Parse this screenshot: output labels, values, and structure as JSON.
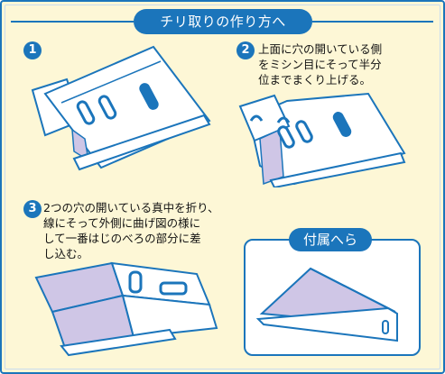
{
  "title": "チリ取りの作り方へ",
  "steps": [
    {
      "number": "1",
      "text": ""
    },
    {
      "number": "2",
      "text": "上面に穴の開いている側\nをミシン目にそって半分\n位までまくり上げる。"
    },
    {
      "number": "3",
      "text": "2つの穴の開いている真中を折り、\n線にそって外側に曲げ図の様に\nして一番はじのべろの部分に差\nし込む。"
    }
  ],
  "spatula_label": "付属へら",
  "colors": {
    "accent": "#1b75bb",
    "background": "#fdf7d6",
    "fill": "#cfc6e6"
  }
}
